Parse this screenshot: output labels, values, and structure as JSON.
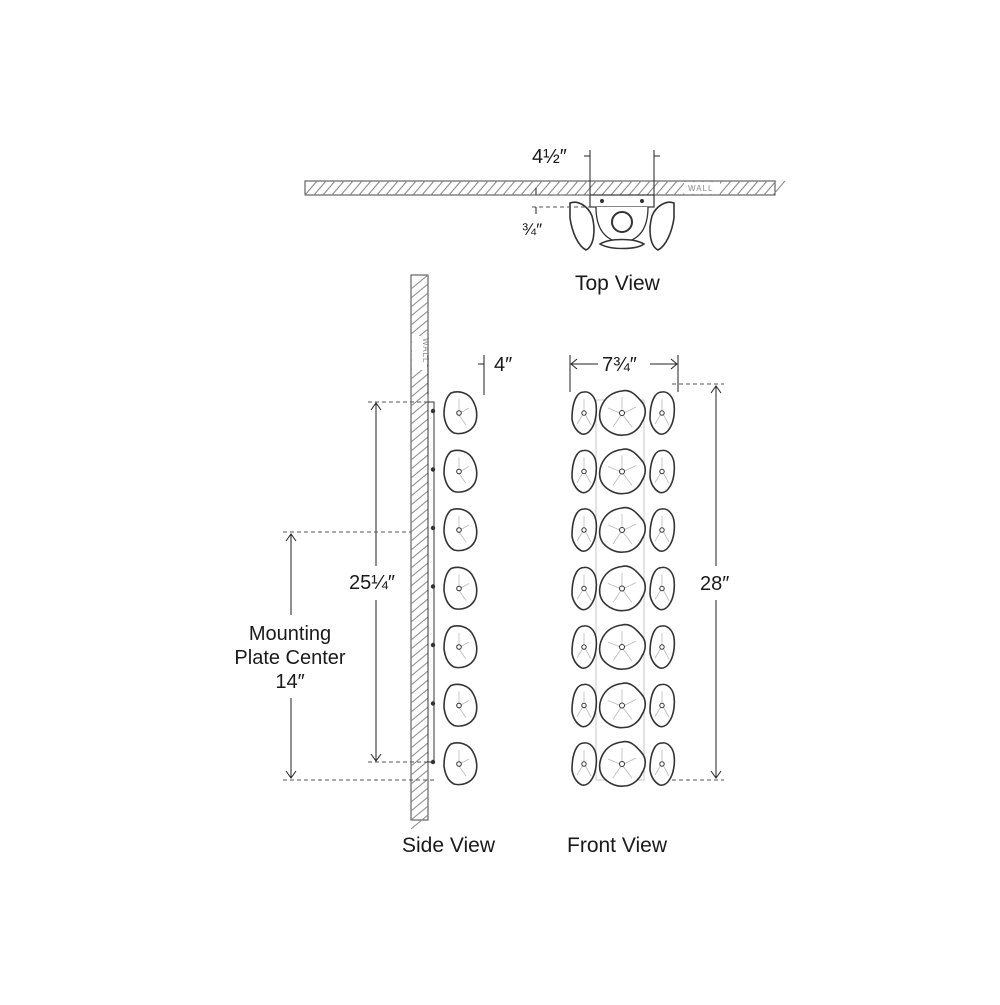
{
  "top_view": {
    "label": "Top View",
    "wall_label": "WALL",
    "dim_width": "4½″",
    "dim_depth": "¾″"
  },
  "side_view": {
    "label": "Side View",
    "wall_label": "WALL",
    "dim_depth": "4″",
    "dim_height": "25¼″",
    "mount_line1": "Mounting",
    "mount_line2": "Plate Center",
    "mount_line3": "14″"
  },
  "front_view": {
    "label": "Front View",
    "dim_width": "7¾″",
    "dim_height": "28″"
  },
  "colors": {
    "line": "#222222",
    "wall_hatch": "#888888"
  }
}
